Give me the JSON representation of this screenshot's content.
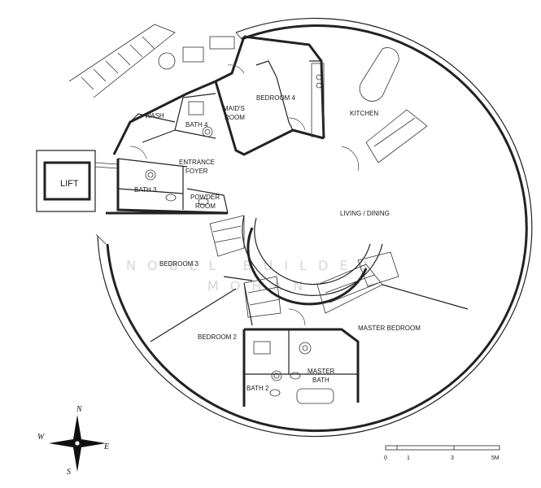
{
  "plan": {
    "rooms": {
      "wash": "WASH",
      "bath4": "BATH 4",
      "maids_room_1": "MAID'S",
      "maids_room_2": "ROOM",
      "bedroom4": "BEDROOM 4",
      "kitchen": "KITCHEN",
      "entrance_1": "ENTRANCE",
      "entrance_2": "FOYER",
      "lift": "LIFT",
      "bath3": "BATH 3",
      "powder_1": "POWDER",
      "powder_2": "ROOM",
      "living": "LIVING / DINING",
      "bedroom3": "BEDROOM 3",
      "bedroom2": "BEDROOM 2",
      "master_bedroom": "MASTER BEDROOM",
      "bath2": "BATH 2",
      "master_bath_1": "MASTER",
      "master_bath_2": "BATH"
    },
    "watermark_1": "NOBEL BUILDER",
    "watermark_2": "MOHAN"
  },
  "compass": {
    "n": "N",
    "s": "S",
    "e": "E",
    "w": "W"
  },
  "scale_bar": {
    "labels": [
      "0",
      "1",
      "3",
      "5M"
    ]
  },
  "colors": {
    "line": "#222222",
    "background": "#ffffff"
  }
}
